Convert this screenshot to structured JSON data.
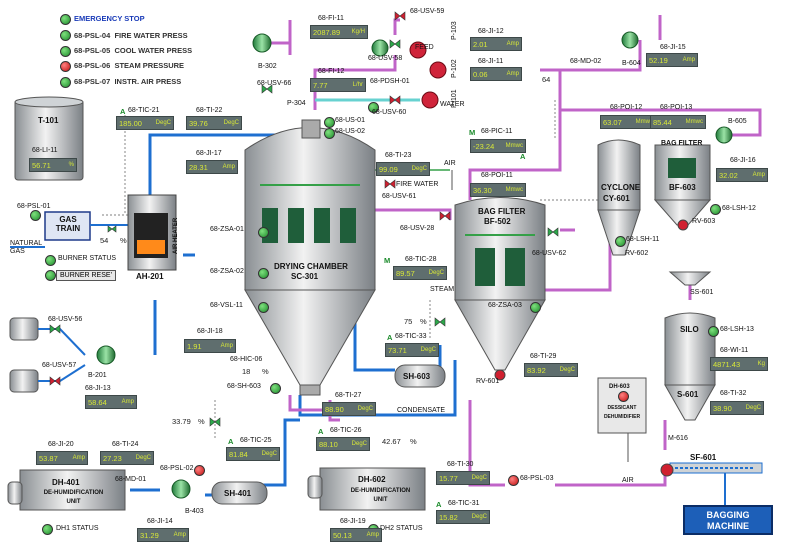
{
  "legend": [
    {
      "tag": "",
      "text": "EMERGENCY STOP",
      "color": "green",
      "blue": true
    },
    {
      "tag": "68-PSL-04",
      "text": "FIRE WATER PRESS",
      "color": "green"
    },
    {
      "tag": "68-PSL-05",
      "text": "COOL WATER PRESS",
      "color": "green"
    },
    {
      "tag": "68-PSL-06",
      "text": "STEAM PRESSURE",
      "color": "red"
    },
    {
      "tag": "68-PSL-07",
      "text": "INSTR. AIR PRESS",
      "color": "green"
    }
  ],
  "equipment": {
    "t101": "T-101",
    "ah201": "AH-201",
    "air_heater": "AIR HEATER",
    "gas_train": "GAS TRAIN",
    "sc301_a": "DRYING CHAMBER",
    "sc301_b": "SC-301",
    "bf502_a": "BAG FILTER",
    "bf502_b": "BF-502",
    "bf603_a": "BAG FILTER",
    "bf603_b": "BF-603",
    "cy601_a": "CYCLONE",
    "cy601_b": "CY-601",
    "silo_a": "SILO",
    "silo_b": "S-601",
    "sh603": "SH-603",
    "sh401": "SH-401",
    "dh401_a": "DH-401",
    "dh401_b": "DE-HUMIDIFICATION UNIT",
    "dh602_a": "DH-602",
    "dh602_b": "DE-HUMIDIFICATION UNIT",
    "sf601": "SF-601",
    "dh603": "DH-603",
    "desiccant": "DESSICANT DEHUMIDIFIER",
    "condensate": "CONDENSATE",
    "steam": "STEAM",
    "air1": "AIR",
    "air2": "AIR",
    "fire_water": "FIRE WATER",
    "water": "WATER",
    "feed": "FEED",
    "natural_gas": "NATURAL GAS",
    "m616": "M-616",
    "burner_status": "BURNER STATUS",
    "burner_reset": "BURNER RESE'",
    "dh1_status": "DH1 STATUS",
    "dh2_status": "DH2 STATUS",
    "bagging": "BAGGING MACHINE"
  },
  "tags": {
    "psl01": "68-PSL-01",
    "li11": "68-LI-11",
    "usv56": "68-USV-56",
    "usv57": "68-USV-57",
    "b201": "B-201",
    "ji13": "68-JI-13",
    "tic21": "68-TIC-21",
    "ti22": "68-TI-22",
    "ji17": "68-JI-17",
    "b302": "B-302",
    "usv66": "68-USV-66",
    "p304": "P-304",
    "fi11": "68-FI-11",
    "usv58": "68-USV-58",
    "usv59": "68-USV-59",
    "fi12": "68-FI-12",
    "pdsh01": "68-PDSH-01",
    "usv60": "68-USV-60",
    "us01": "68-US-01",
    "us02": "68-US-02",
    "ji12": "68-JI-12",
    "ji11": "68-JI-11",
    "p103": "P-103",
    "p102": "P-102",
    "p101": "P-101",
    "md02": "68-MD-02",
    "b604": "B-604",
    "ji15": "68-JI-15",
    "pic11": "68-PIC-11",
    "poi12": "68-POI-12",
    "poi13": "68-POI-13",
    "b605": "B-605",
    "ji16": "68-JI-16",
    "ti23": "68-TI-23",
    "usv61": "68-USV-61",
    "poi11": "68-POI-11",
    "usv28": "68-USV-28",
    "zsa01": "68-ZSA-01",
    "zsa02": "68-ZSA-02",
    "vsl11": "68-VSL-11",
    "tic28": "68-TIC-28",
    "usv62": "68-USV-62",
    "lsh12": "68-LSH-12",
    "rv603": "RV-603",
    "lsh11": "68-LSH-11",
    "rv602": "RV-602",
    "ss601": "SS-601",
    "zsa03": "68-ZSA-03",
    "ji18": "68-JI-18",
    "hic06": "68-HIC-06",
    "tic33": "68-TIC-33",
    "lsh13": "68-LSH-13",
    "wi11": "68-WI-11",
    "sh603tag": "68-SH-603",
    "ti27": "68-TI-27",
    "ti29": "68-TI-29",
    "rv601": "RV-601",
    "ti32": "68-TI-32",
    "tic25": "68-TIC-25",
    "tic26": "68-TIC-26",
    "ji20": "68-JI-20",
    "ti24": "68-TI-24",
    "psl02": "68-PSL-02",
    "md01": "68-MD-01",
    "b403": "B-403",
    "ji14": "68-JI-14",
    "ti30": "68-TI-30",
    "psl03": "68-PSL-03",
    "tic31": "68-TIC-31",
    "ji19": "68-JI-19"
  },
  "readings": {
    "li11": {
      "v": "56.71",
      "u": "%"
    },
    "ji13": {
      "v": "58.64",
      "u": "Amp"
    },
    "tic21": {
      "v": "185.00",
      "u": "DegC"
    },
    "ti22": {
      "v": "39.76",
      "u": "DegC"
    },
    "ji17": {
      "v": "28.31",
      "u": "Amp"
    },
    "fi11": {
      "v": "2087.89",
      "u": "Kg/H"
    },
    "fi12": {
      "v": "7.77",
      "u": "L/hr"
    },
    "ji12": {
      "v": "2.01",
      "u": "Amp"
    },
    "ji11": {
      "v": "0.06",
      "u": "Amp"
    },
    "ji15": {
      "v": "52.19",
      "u": "Amp"
    },
    "pic11": {
      "v": "-23.24",
      "u": "Mmwc"
    },
    "poi12": {
      "v": "63.07",
      "u": "Mmwc"
    },
    "poi13": {
      "v": "85.44",
      "u": "Mmwc"
    },
    "ji16": {
      "v": "32.02",
      "u": "Amp"
    },
    "ti23": {
      "v": "99.09",
      "u": "DegC"
    },
    "poi11": {
      "v": "36.30",
      "u": "Mmwc"
    },
    "tic28": {
      "v": "89.57",
      "u": "DegC"
    },
    "ji18": {
      "v": "1.91",
      "u": "Amp"
    },
    "tic33": {
      "v": "73.71",
      "u": "DegC"
    },
    "wi11": {
      "v": "4871.43",
      "u": "Kg"
    },
    "ti27": {
      "v": "88.90",
      "u": "DegC"
    },
    "ti29": {
      "v": "83.92",
      "u": "DegC"
    },
    "ti32": {
      "v": "38.90",
      "u": "DegC"
    },
    "tic25": {
      "v": "81.84",
      "u": "DegC"
    },
    "tic26": {
      "v": "88.10",
      "u": "DegC"
    },
    "ji20": {
      "v": "53.87",
      "u": "Amp"
    },
    "ti24": {
      "v": "27.23",
      "u": "DegC"
    },
    "ji14": {
      "v": "31.29",
      "u": "Amp"
    },
    "ti30": {
      "v": "15.77",
      "u": "DegC"
    },
    "tic31": {
      "v": "15.82",
      "u": "DegC"
    },
    "ji19": {
      "v": "50.13",
      "u": "Amp"
    }
  },
  "misc": {
    "pct54": "54",
    "pct_sign": "%",
    "pct75": "75",
    "pct_sign2": "%",
    "pct18": "18",
    "pct_sign3": "%",
    "pct3379": "33.79",
    "pct_sign4": "%",
    "pct4267": "42.67",
    "pct_sign5": "%",
    "pct64": "64",
    "m": "M",
    "a": "A",
    "a2": "A",
    "m2": "M",
    "a3": "A",
    "a4": "A",
    "a5": "A",
    "a6": "A"
  }
}
